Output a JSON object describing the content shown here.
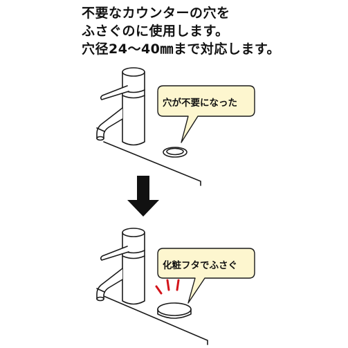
{
  "heading": {
    "line1": "不要なカウンターの穴を",
    "line2": "ふさぐのに使用します。",
    "line3": "穴径24〜40㎜まで対応します。"
  },
  "before": {
    "bubble_text": "穴が不要になった"
  },
  "after": {
    "bubble_text": "化粧フタでふさぐ"
  },
  "colors": {
    "bubble_fill": "#fdf6cf",
    "outline": "#1a1a1a",
    "arrow": "#111111",
    "accent_marks": "#d3141a"
  }
}
